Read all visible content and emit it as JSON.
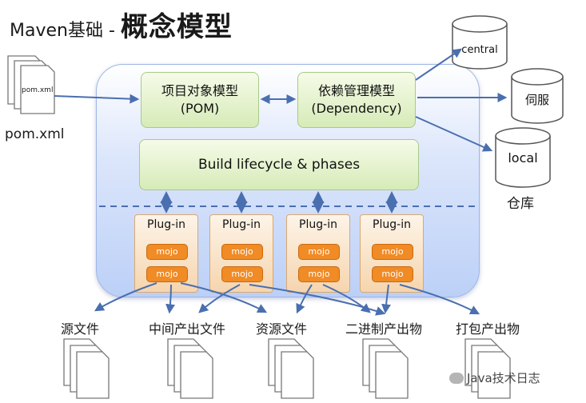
{
  "title": {
    "prefix": "Maven基础 - ",
    "main": "概念模型"
  },
  "pom_file": {
    "icon_label": "pom.xml",
    "caption": "pom.xml"
  },
  "boxes": {
    "pom": {
      "line1": "项目对象模型",
      "line2": "(POM)"
    },
    "dependency": {
      "line1": "依赖管理模型",
      "line2": "(Dependency)"
    },
    "lifecycle": "Build lifecycle & phases"
  },
  "plugins": [
    {
      "name": "Plug-in",
      "mojos": [
        "mojo",
        "mojo"
      ]
    },
    {
      "name": "Plug-in",
      "mojos": [
        "mojo",
        "mojo"
      ]
    },
    {
      "name": "Plug-in",
      "mojos": [
        "mojo",
        "mojo"
      ]
    },
    {
      "name": "Plug-in",
      "mojos": [
        "mojo",
        "mojo"
      ]
    }
  ],
  "repositories": {
    "central": "central",
    "private": "伺服",
    "local": "local",
    "caption": "仓库"
  },
  "outputs": [
    "源文件",
    "中间产出文件",
    "资源文件",
    "二进制产出物",
    "打包产出物"
  ],
  "watermark": "Java技术日志",
  "colors": {
    "arrow": "#4a6fb0",
    "mojo": "#f08b25",
    "green_box": "#d6ebb7",
    "container": "#bcd0f7"
  }
}
